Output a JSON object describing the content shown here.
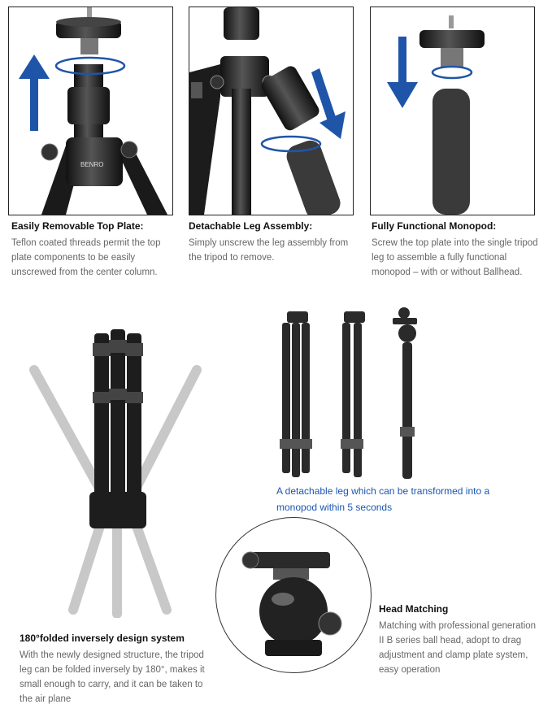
{
  "features": [
    {
      "title": "Easily Removable Top Plate:",
      "description": "Teflon coated threads permit the top plate components to be easily unscrewed from the center column."
    },
    {
      "title": "Detachable Leg Assembly:",
      "description": "Simply unscrew the leg assembly from the tripod to remove."
    },
    {
      "title": "Fully Functional Monopod:",
      "description": "Screw the top plate into the single tripod leg to assemble a fully functional monopod – with or without Ballhead."
    }
  ],
  "folded": {
    "title": "180°folded inversely design system",
    "description": "With the newly designed structure, the tripod leg can be folded inversely by 180°, makes it small enough to carry, and it can be taken to the air plane"
  },
  "detachable_caption": "A detachable leg which can be transformed into a monopod within 5 seconds",
  "head": {
    "title": "Head Matching",
    "description": "Matching with professional generation II B series ball head, adopt to drag adjustment and clamp plate system, easy operation"
  },
  "brand": "BENRO",
  "colors": {
    "arrow": "#1f55a8",
    "caption": "#1a56b0",
    "metal": "#2a2a2a",
    "ghost": "#c8c8c8"
  }
}
